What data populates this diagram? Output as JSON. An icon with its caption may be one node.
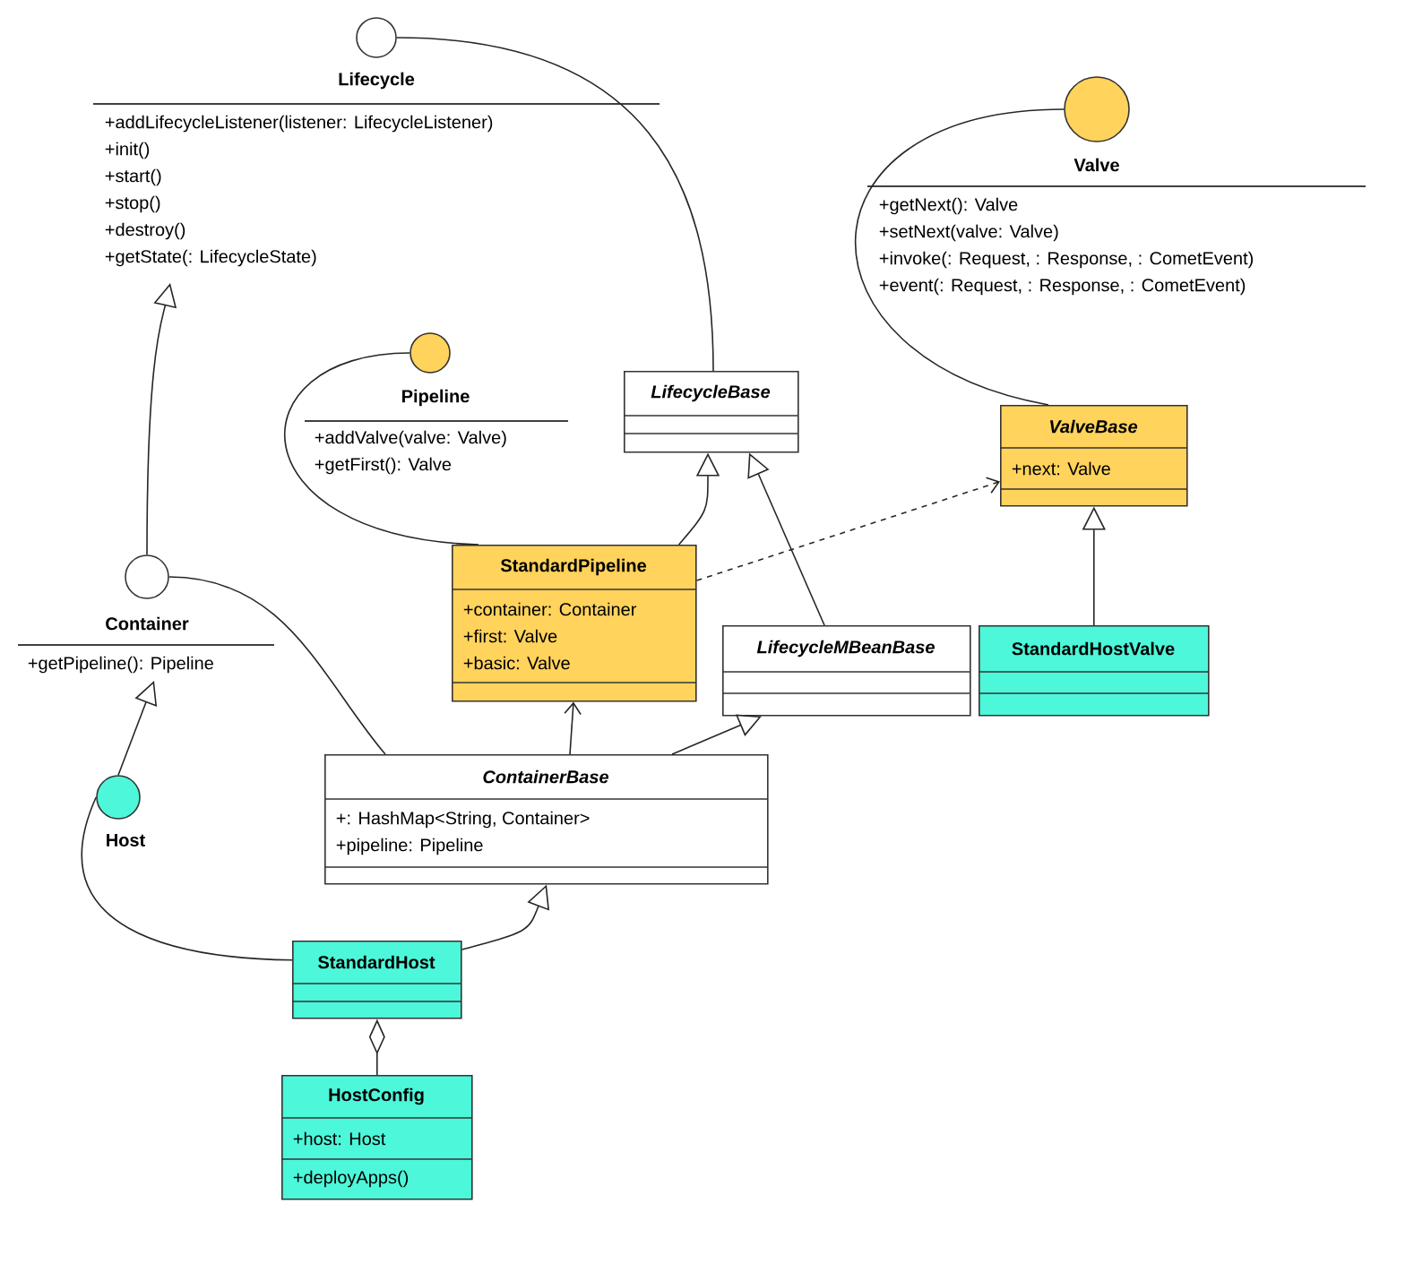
{
  "diagram": {
    "nodes": [
      {
        "text": [
          "Lifecycle",
          "+addLifecycleListener(listener: LifecycleListener)",
          "+init()",
          "+start()",
          "+stop()",
          "+destroy()",
          "+getState(: LifecycleState)"
        ]
      },
      {
        "text": [
          "Valve",
          "+getNext(): Valve",
          "+setNext(valve: Valve)",
          "+invoke(: Request, : Response, : CometEvent)",
          "+event(: Request, : Response, : CometEvent)"
        ]
      },
      {
        "text": [
          "Pipeline",
          "+addValve(valve: Valve)",
          "+getFirst(): Valve"
        ]
      },
      {
        "text": [
          "LifecycleBase"
        ]
      },
      {
        "text": [
          "ValveBase",
          "+next: Valve"
        ]
      },
      {
        "text": [
          "StandardPipeline",
          "+container: Container",
          "+first: Valve",
          "+basic: Valve"
        ]
      },
      {
        "text": [
          "Container",
          "+getPipeline(): Pipeline"
        ]
      },
      {
        "text": [
          "LifecycleMBeanBase"
        ]
      },
      {
        "text": [
          "StandardHostValve"
        ]
      },
      {
        "text": [
          "ContainerBase",
          "+: HashMap<String, Container>",
          "+pipeline: Pipeline"
        ]
      },
      {
        "text": [
          "Host"
        ]
      },
      {
        "text": [
          "StandardHost"
        ]
      },
      {
        "text": [
          "HostConfig",
          "+host: Host",
          "+deployApps()"
        ]
      }
    ],
    "edges": [
      {
        "from": 3,
        "to": 0,
        "arrow": "none"
      },
      {
        "from": 6,
        "to": 0,
        "arrow": "to"
      },
      {
        "from": 5,
        "to": 2,
        "arrow": "none"
      },
      {
        "from": 5,
        "to": 3,
        "arrow": "to"
      },
      {
        "from": 5,
        "to": 4,
        "arrow": "to",
        "style": "dashed"
      },
      {
        "from": 7,
        "to": 3,
        "arrow": "to"
      },
      {
        "from": 4,
        "to": 1,
        "arrow": "none"
      },
      {
        "from": 8,
        "to": 4,
        "arrow": "to"
      },
      {
        "from": 9,
        "to": 6,
        "arrow": "none"
      },
      {
        "from": 9,
        "to": 5,
        "arrow": "to"
      },
      {
        "from": 9,
        "to": 7,
        "arrow": "to"
      },
      {
        "from": 10,
        "to": 6,
        "arrow": "to"
      },
      {
        "from": 11,
        "to": 10,
        "arrow": "none"
      },
      {
        "from": 11,
        "to": 9,
        "arrow": "to"
      },
      {
        "from": 12,
        "to": 11,
        "arrow": "other"
      }
    ]
  }
}
